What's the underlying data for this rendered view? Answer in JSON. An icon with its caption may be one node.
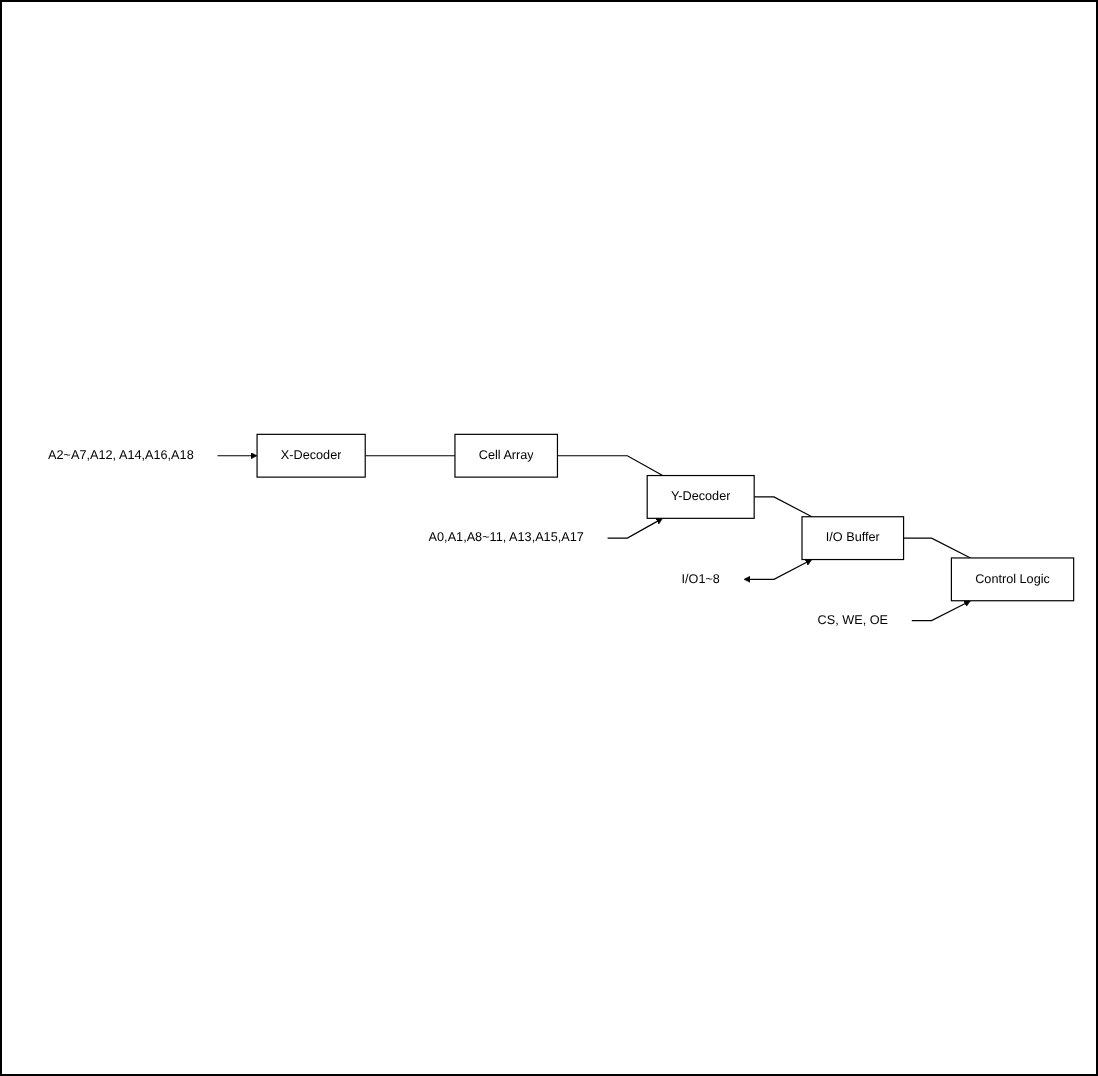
{
  "diagram": {
    "nodes": [
      {
        "text": [
          "A2~A7,A12, A14,A16,A18"
        ]
      },
      {
        "text": [
          "X-Decoder"
        ]
      },
      {
        "text": [
          "Cell Array"
        ]
      },
      {
        "text": [
          "A0,A1,A8~11, A13,A15,A17"
        ]
      },
      {
        "text": [
          "Y-Decoder"
        ]
      },
      {
        "text": [
          "Control Logic"
        ]
      },
      {
        "text": [
          "I/O1~8"
        ]
      },
      {
        "text": [
          "I/O Buffer"
        ]
      },
      {
        "text": [
          "CS, WE, OE"
        ]
      }
    ],
    "edges": [
      {
        "from": 0,
        "to": 1,
        "arrow": "to"
      },
      {
        "from": 1,
        "to": 2,
        "arrow": "none"
      },
      {
        "from": 2,
        "to": 4,
        "arrow": "none"
      },
      {
        "from": 3,
        "to": 4,
        "arrow": "to"
      },
      {
        "from": 4,
        "to": 7,
        "arrow": "none"
      },
      {
        "from": 6,
        "to": 7,
        "arrow": "both"
      },
      {
        "from": 7,
        "to": 5,
        "arrow": "none"
      },
      {
        "from": 8,
        "to": 5,
        "arrow": "to"
      }
    ]
  }
}
